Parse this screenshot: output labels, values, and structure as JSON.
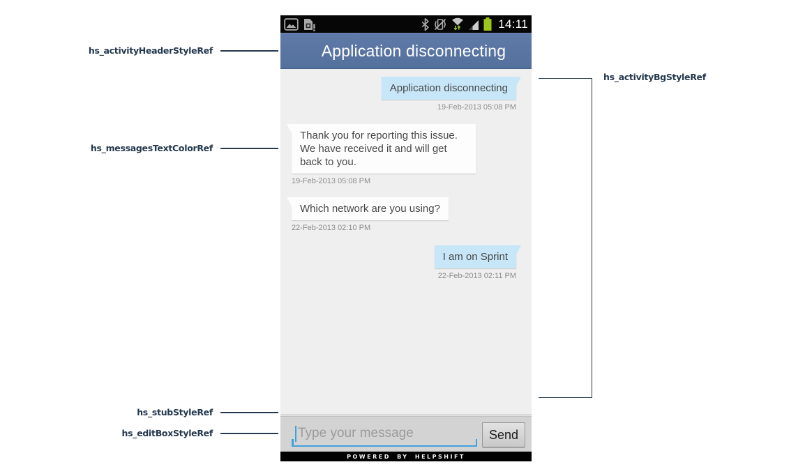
{
  "figure": {
    "annotations": {
      "activity_header_label": "hs_activityHeaderStyleRef",
      "messages_text_color_label": "hs_messagesTextColorRef",
      "stub_label": "hs_stubStyleRef",
      "edit_box_label": "hs_editBoxStyleRef",
      "activity_bg_label": "hs_activityBgStyleRef",
      "annotation_color": "#24384e"
    }
  },
  "phone": {
    "status_bar": {
      "time": "14:11",
      "left_icons": [
        "gallery-icon",
        "sim-card-alert-icon"
      ],
      "right_icons": [
        "bluetooth-icon",
        "vibrate-off-icon",
        "wifi-data-icon",
        "signal-strength-icon",
        "battery-icon"
      ],
      "battery_color": "#9dc41d"
    },
    "header": {
      "title": "Application disconnecting",
      "bg_color": "#54719f"
    },
    "chat": {
      "bg_color": "#efefef",
      "user_bubble_color": "#c7e6f8",
      "agent_bubble_color": "#fdfdfd",
      "messages": [
        {
          "side": "user",
          "text": "Application disconnecting",
          "timestamp": "19-Feb-2013 05:08 PM"
        },
        {
          "side": "agent",
          "text": "Thank you for reporting this issue. We have received it and will get back to you.",
          "timestamp": "19-Feb-2013 05:08 PM"
        },
        {
          "side": "agent",
          "text": "Which network are you using?",
          "timestamp": "22-Feb-2013 02:10 PM"
        },
        {
          "side": "user",
          "text": "I am on Sprint",
          "timestamp": "22-Feb-2013 02:11 PM"
        }
      ]
    },
    "composer": {
      "placeholder": "Type your message",
      "send_label": "Send",
      "underline_color": "#42a1da"
    },
    "footer": {
      "text": "POWERED BY HELPSHIFT"
    }
  }
}
